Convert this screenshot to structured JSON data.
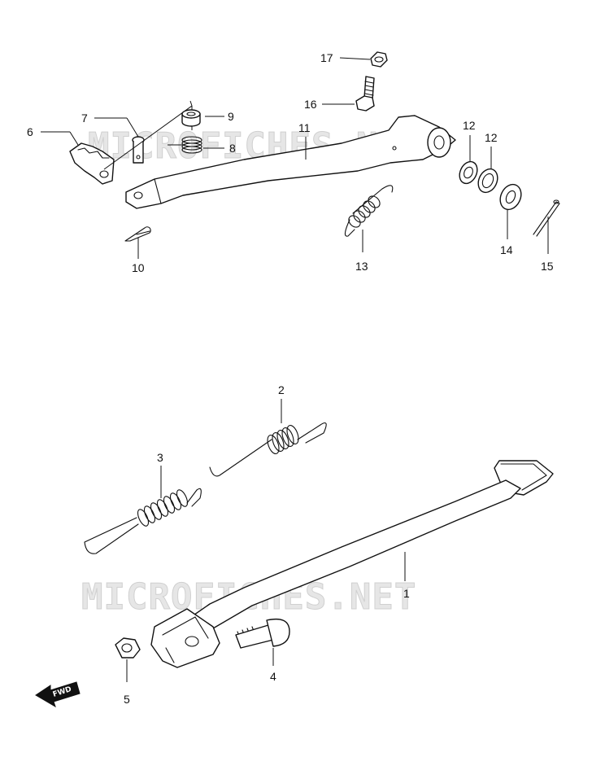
{
  "watermark": {
    "text": "MICROFICHES.NET"
  },
  "fwd_badge": {
    "text": "FWD"
  },
  "callouts": {
    "c1": "1",
    "c2": "2",
    "c3": "3",
    "c4": "4",
    "c5": "5",
    "c6": "6",
    "c7": "7",
    "c8": "8",
    "c9": "9",
    "c10": "10",
    "c11": "11",
    "c12a": "12",
    "c12b": "12",
    "c13": "13",
    "c14": "14",
    "c15": "15",
    "c16": "16",
    "c17": "17"
  }
}
